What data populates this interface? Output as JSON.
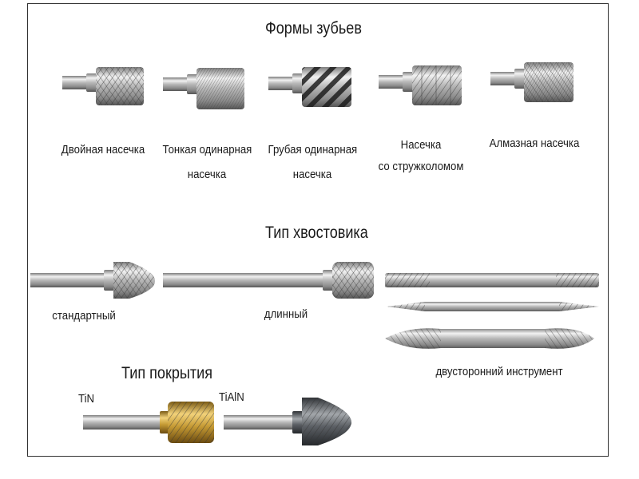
{
  "sections": {
    "tooth_forms": {
      "title": "Формы зубьев",
      "items": [
        {
          "lines": [
            "Двойная насечка"
          ],
          "icon": "double-cut-burr-icon"
        },
        {
          "lines": [
            "Тонкая одинарная",
            "насечка"
          ],
          "icon": "fine-single-cut-burr-icon"
        },
        {
          "lines": [
            "Грубая одинарная",
            "насечка"
          ],
          "icon": "coarse-single-cut-burr-icon"
        },
        {
          "lines": [
            "Насечка",
            "со стружколомом"
          ],
          "icon": "chipbreaker-cut-burr-icon"
        },
        {
          "lines": [
            "Алмазная насечка"
          ],
          "icon": "diamond-cut-burr-icon"
        }
      ]
    },
    "shank_type": {
      "title": "Тип хвостовика",
      "items": [
        {
          "label": "стандартный",
          "icon": "standard-shank-burr-icon"
        },
        {
          "label": "длинный",
          "icon": "long-shank-burr-icon"
        },
        {
          "label": "двусторонний инструмент",
          "icon": "double-ended-tools-icon"
        }
      ]
    },
    "coating_type": {
      "title": "Тип покрытия",
      "items": [
        {
          "label": "TiN",
          "icon": "tin-coated-burr-icon",
          "color": "#c9a23a"
        },
        {
          "label": "TiAlN",
          "icon": "tialn-coated-burr-icon",
          "color": "#5e6166"
        }
      ]
    }
  }
}
